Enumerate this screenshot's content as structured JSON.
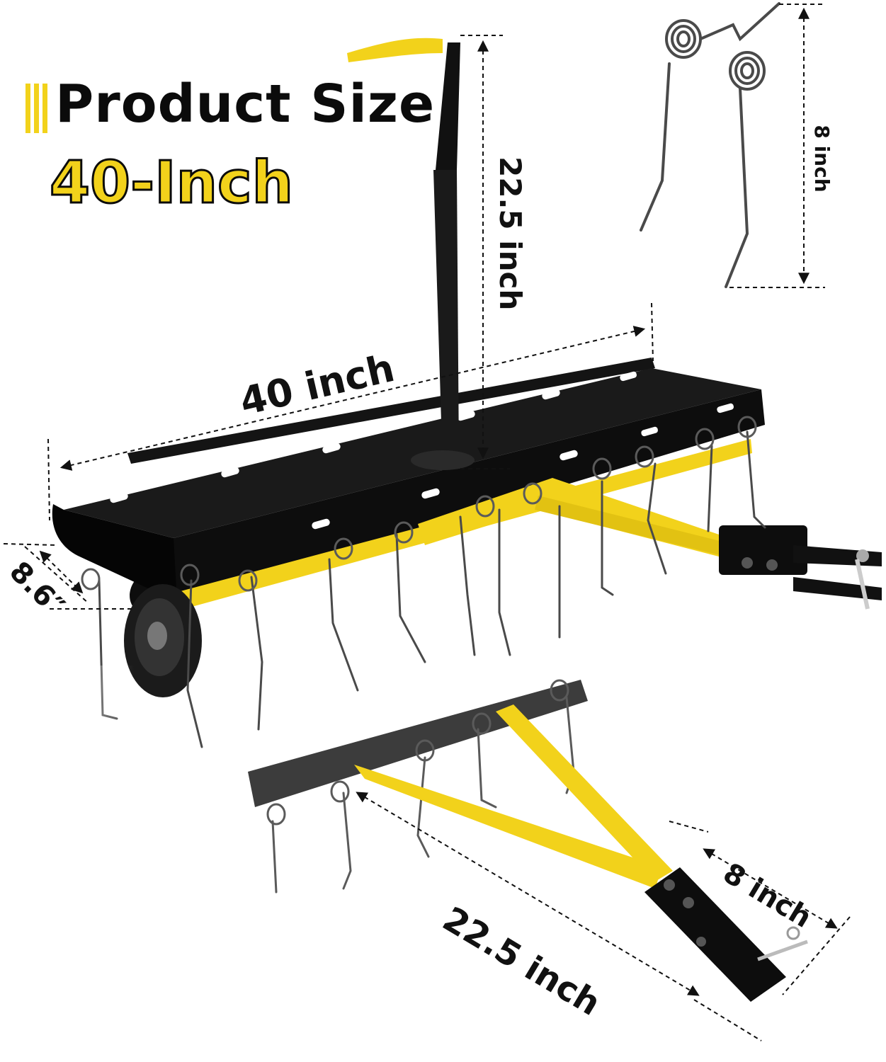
{
  "heading": {
    "title": "Product Size",
    "subtitle": "40-Inch"
  },
  "dimensions": {
    "handle_height": "22.5 inch",
    "tine_length": "8 inch",
    "width": "40 inch",
    "depth": "8.6″",
    "arm_length": "22.5 inch",
    "hitch_length": "8 inch"
  },
  "colors": {
    "accent_yellow": "#f2d21b",
    "frame_black": "#111111",
    "spring_steel": "#4a4a4a"
  }
}
